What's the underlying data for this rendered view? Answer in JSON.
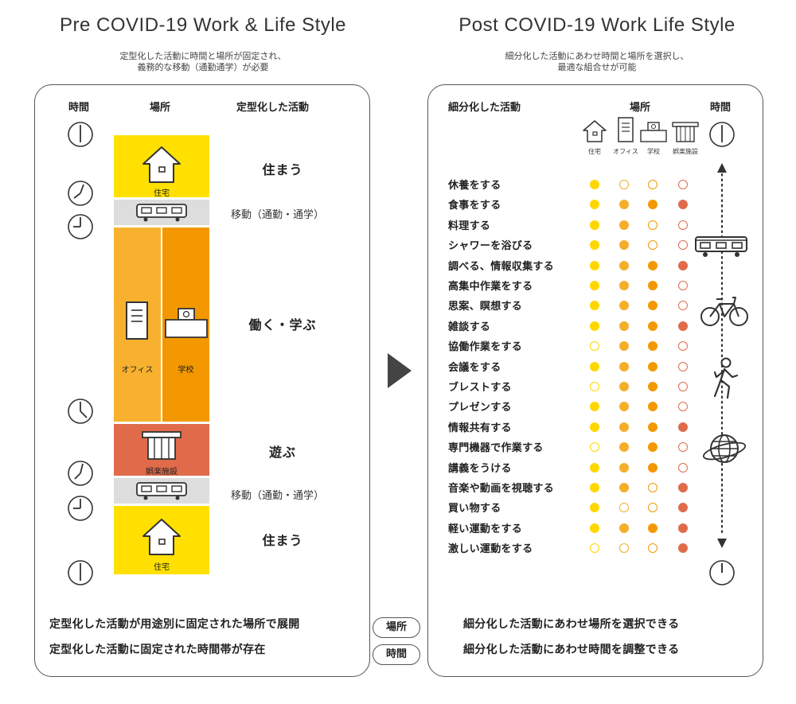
{
  "left": {
    "title": "Pre  COVID-19  Work & Life Style",
    "subtitle_line1": "定型化した活動に時間と場所が固定され、",
    "subtitle_line2": "義務的な移動（通勤通学）が必要",
    "header_time": "時間",
    "header_place": "場所",
    "header_activity": "定型化した活動",
    "label_home_top": "住宅",
    "label_office": "オフィス",
    "label_school": "学校",
    "label_entertainment": "娯楽施設",
    "label_home_bottom": "住宅",
    "act_live_top": "住まう",
    "act_move_top": "移動（通勤・通学）",
    "act_work": "働く・学ぶ",
    "act_play": "遊ぶ",
    "act_move_bottom": "移動（通勤・通学）",
    "act_live_bottom": "住まう",
    "bottom_line1": "定型化した活動が用途別に固定された場所で展開",
    "bottom_line2": "定型化した活動に固定された時間帯が存在",
    "colors": {
      "home": "#FFE000",
      "office": "#F7B12E",
      "school": "#F39800",
      "entertainment": "#E06B4A",
      "transit": "#DDDDDD"
    }
  },
  "middle": {
    "pill_place": "場所",
    "pill_time": "時間"
  },
  "right": {
    "title": "Post  COVID-19  Work  Life  Style",
    "subtitle_line1": "細分化した活動にあわせ時間と場所を選択し、",
    "subtitle_line2": "最適な組合せが可能",
    "header_activity": "細分化した活動",
    "header_place": "場所",
    "header_time": "時間",
    "locations": [
      "住宅",
      "オフィス",
      "学校",
      "娯楽施設"
    ],
    "location_colors": [
      "#FFD700",
      "#F5AE2A",
      "#F39800",
      "#E06B4A"
    ],
    "activities": [
      {
        "label": "休養をする",
        "filled": [
          1,
          0,
          0,
          0
        ]
      },
      {
        "label": "食事をする",
        "filled": [
          1,
          1,
          1,
          1
        ]
      },
      {
        "label": "料理する",
        "filled": [
          1,
          1,
          0,
          0
        ]
      },
      {
        "label": "シャワーを浴びる",
        "filled": [
          1,
          1,
          0,
          0
        ]
      },
      {
        "label": "調べる、情報収集する",
        "filled": [
          1,
          1,
          1,
          1
        ]
      },
      {
        "label": "高集中作業をする",
        "filled": [
          1,
          1,
          1,
          0
        ]
      },
      {
        "label": "思案、瞑想する",
        "filled": [
          1,
          1,
          1,
          0
        ]
      },
      {
        "label": "雑談する",
        "filled": [
          1,
          1,
          1,
          1
        ]
      },
      {
        "label": "協働作業をする",
        "filled": [
          0,
          1,
          1,
          0
        ]
      },
      {
        "label": "会議をする",
        "filled": [
          1,
          1,
          1,
          0
        ]
      },
      {
        "label": "ブレストする",
        "filled": [
          0,
          1,
          1,
          0
        ]
      },
      {
        "label": "プレゼンする",
        "filled": [
          1,
          1,
          1,
          0
        ]
      },
      {
        "label": "情報共有する",
        "filled": [
          1,
          1,
          1,
          1
        ]
      },
      {
        "label": "専門機器で作業する",
        "filled": [
          0,
          1,
          1,
          0
        ]
      },
      {
        "label": "講義をうける",
        "filled": [
          1,
          1,
          1,
          0
        ]
      },
      {
        "label": "音楽や動画を視聴する",
        "filled": [
          1,
          1,
          0,
          1
        ]
      },
      {
        "label": "買い物する",
        "filled": [
          1,
          0,
          0,
          1
        ]
      },
      {
        "label": "軽い運動をする",
        "filled": [
          1,
          1,
          1,
          1
        ]
      },
      {
        "label": "激しい運動をする",
        "filled": [
          0,
          0,
          0,
          1
        ]
      }
    ],
    "bottom_line1": "細分化した活動にあわせ場所を選択できる",
    "bottom_line2": "細分化した活動にあわせ時間を調整できる"
  }
}
